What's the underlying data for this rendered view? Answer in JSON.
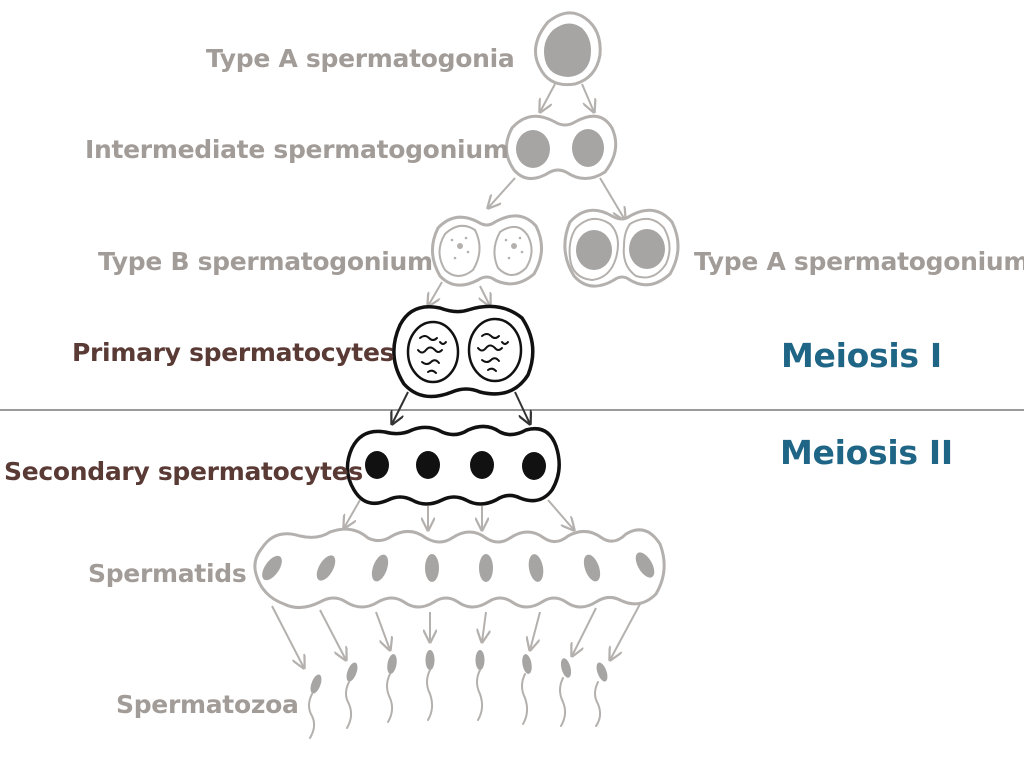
{
  "diagram": {
    "stages": {
      "type_a_top": "Type A spermatogonia",
      "intermediate": "Intermediate spermatogonium",
      "type_b": "Type B spermatogonium",
      "type_a_right": "Type A spermatogonium",
      "primary": "Primary spermatocytes",
      "secondary": "Secondary spermatocytes",
      "spermatids": "Spermatids",
      "spermatozoa": "Spermatozoa"
    },
    "phases": {
      "meiosis_1": "Meiosis I",
      "meiosis_2": "Meiosis II"
    }
  },
  "colors": {
    "faded_label": "#a29c98",
    "dark_label": "#5a3a35",
    "meiosis_label": "#1f6585",
    "faded_stroke": "#b4b0ad",
    "dark_stroke": "#111111",
    "nucleus_grey": "#a7a5a3",
    "divider": "#9a9a9a"
  }
}
